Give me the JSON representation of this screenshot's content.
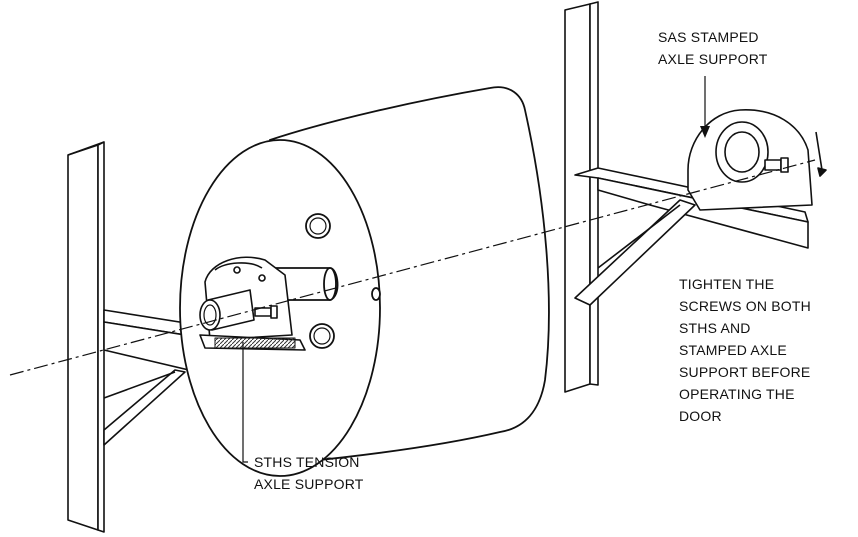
{
  "callouts": {
    "sas_support": [
      "SAS STAMPED",
      "AXLE SUPPORT"
    ],
    "sths_support": [
      "STHS TENSION",
      "AXLE SUPPORT"
    ],
    "instruction": [
      "TIGHTEN THE",
      "SCREWS ON BOTH",
      "STHS AND",
      "STAMPED AXLE",
      "SUPPORT BEFORE",
      "OPERATING THE",
      "DOOR"
    ]
  },
  "colors": {
    "line": "#111111",
    "fill": "#ffffff",
    "hatch": "#333333"
  }
}
